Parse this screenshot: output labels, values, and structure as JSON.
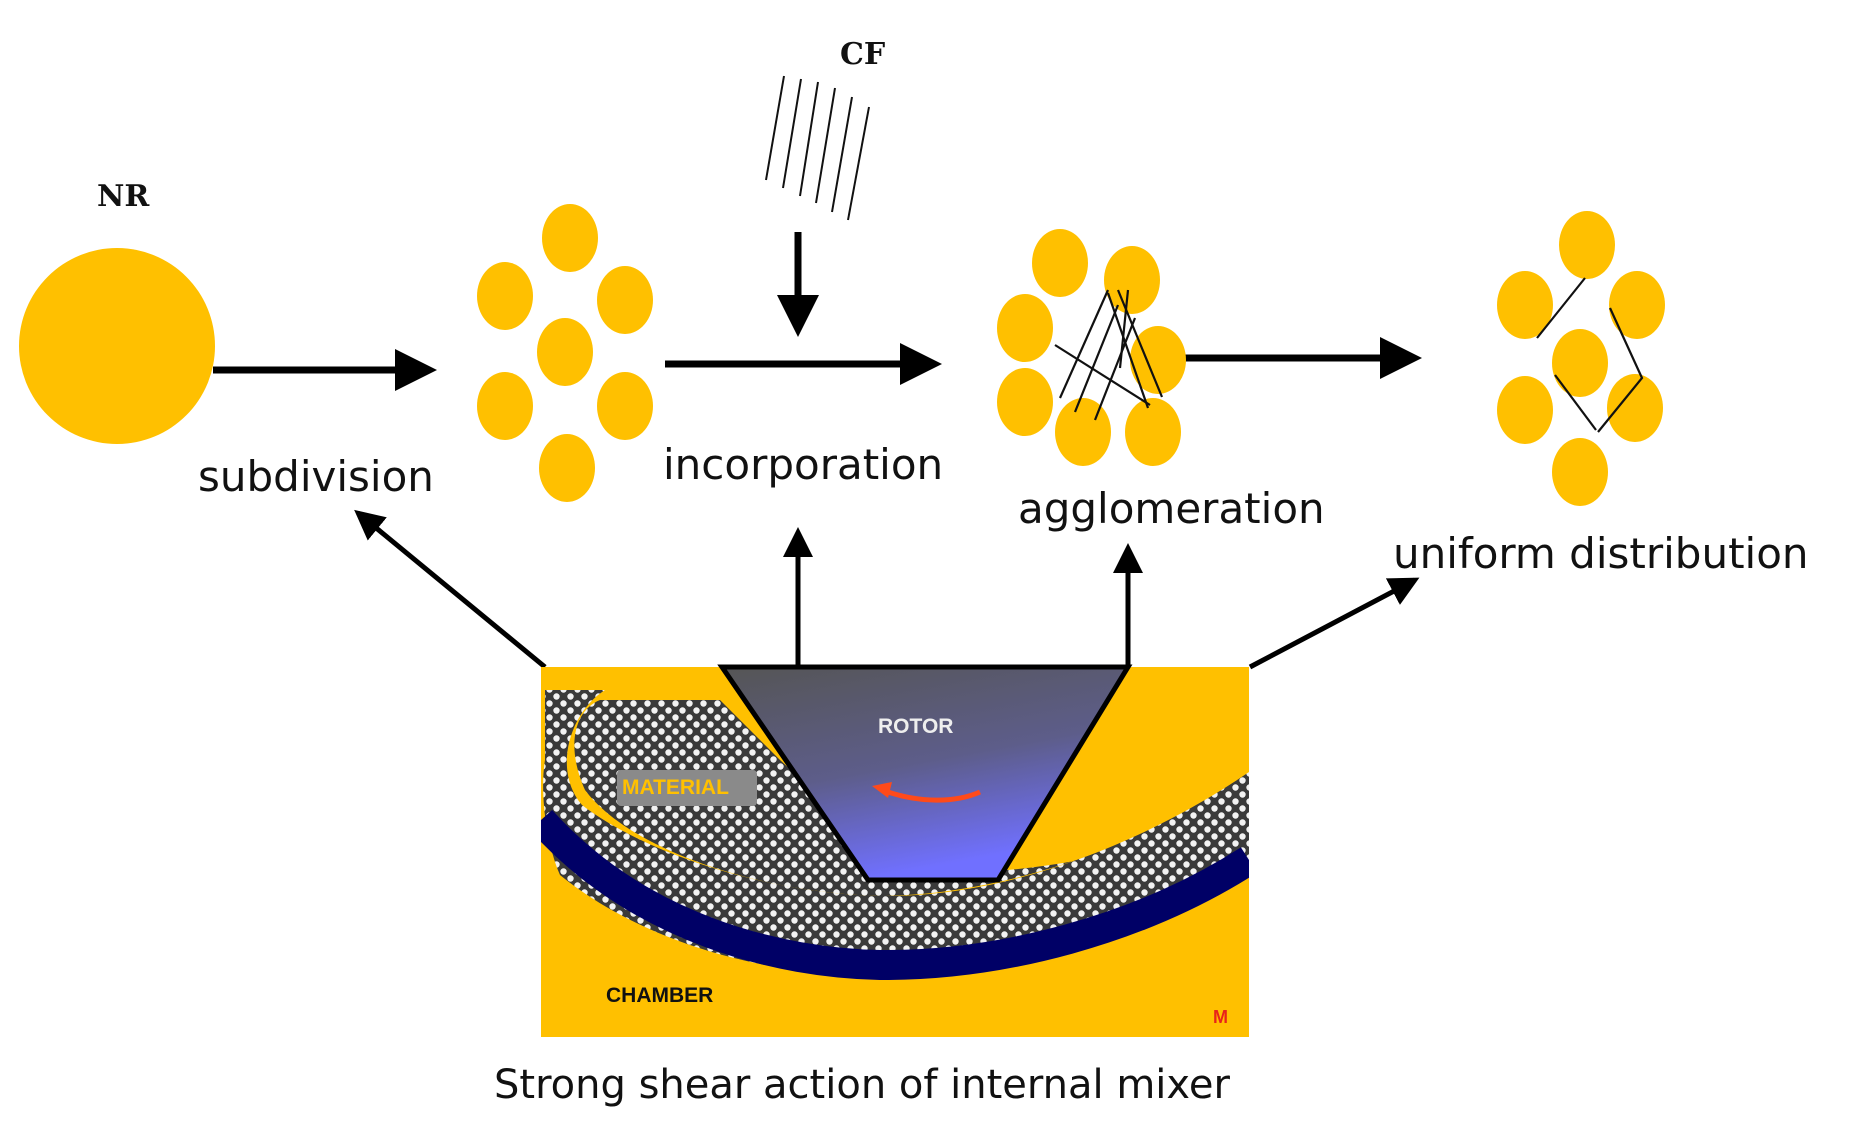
{
  "inputs": {
    "nr": "NR",
    "cf": "CF"
  },
  "stages": {
    "subdivision": "subdivision",
    "incorporation": "incorporation",
    "agglomeration": "agglomeration",
    "uniform": "uniform distribution"
  },
  "mixer": {
    "rotor": "ROTOR",
    "material": "MATERIAL",
    "chamber": "CHAMBER",
    "corner_mark": "M",
    "caption": "Strong shear action of internal mixer"
  },
  "colors": {
    "rubber": "#FFC000",
    "chamber_wall": "#000066",
    "rotor_top": "#555555",
    "rotor_bottom": "#7070FF",
    "mixer_arrow": "#FF4A1A",
    "material_label": "#FFC000"
  }
}
